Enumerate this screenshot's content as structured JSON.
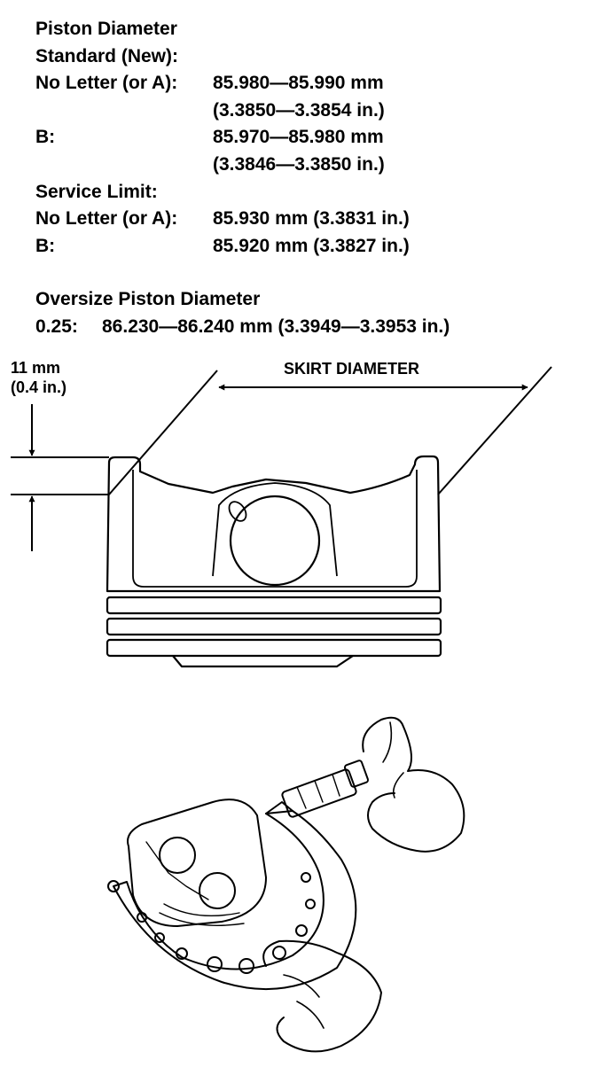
{
  "title": "Piston Diameter",
  "standard": {
    "heading": "Standard (New):",
    "rows": [
      {
        "label": "No Letter (or A):",
        "value": "85.980—85.990 mm",
        "value2": "(3.3850—3.3854 in.)"
      },
      {
        "label": "B:",
        "value": "85.970—85.980 mm",
        "value2": "(3.3846—3.3850 in.)"
      }
    ]
  },
  "service_limit": {
    "heading": "Service Limit:",
    "rows": [
      {
        "label": "No Letter (or A):",
        "value": "85.930 mm (3.3831 in.)"
      },
      {
        "label": "B:",
        "value": "85.920 mm (3.3827 in.)"
      }
    ]
  },
  "oversize": {
    "heading": "Oversize Piston Diameter",
    "label": "0.25:",
    "value": "86.230—86.240 mm (3.3949—3.3953 in.)"
  },
  "diagram": {
    "offset_line1": "11 mm",
    "offset_line2": "(0.4 in.)",
    "skirt_label": "SKIRT DIAMETER"
  }
}
